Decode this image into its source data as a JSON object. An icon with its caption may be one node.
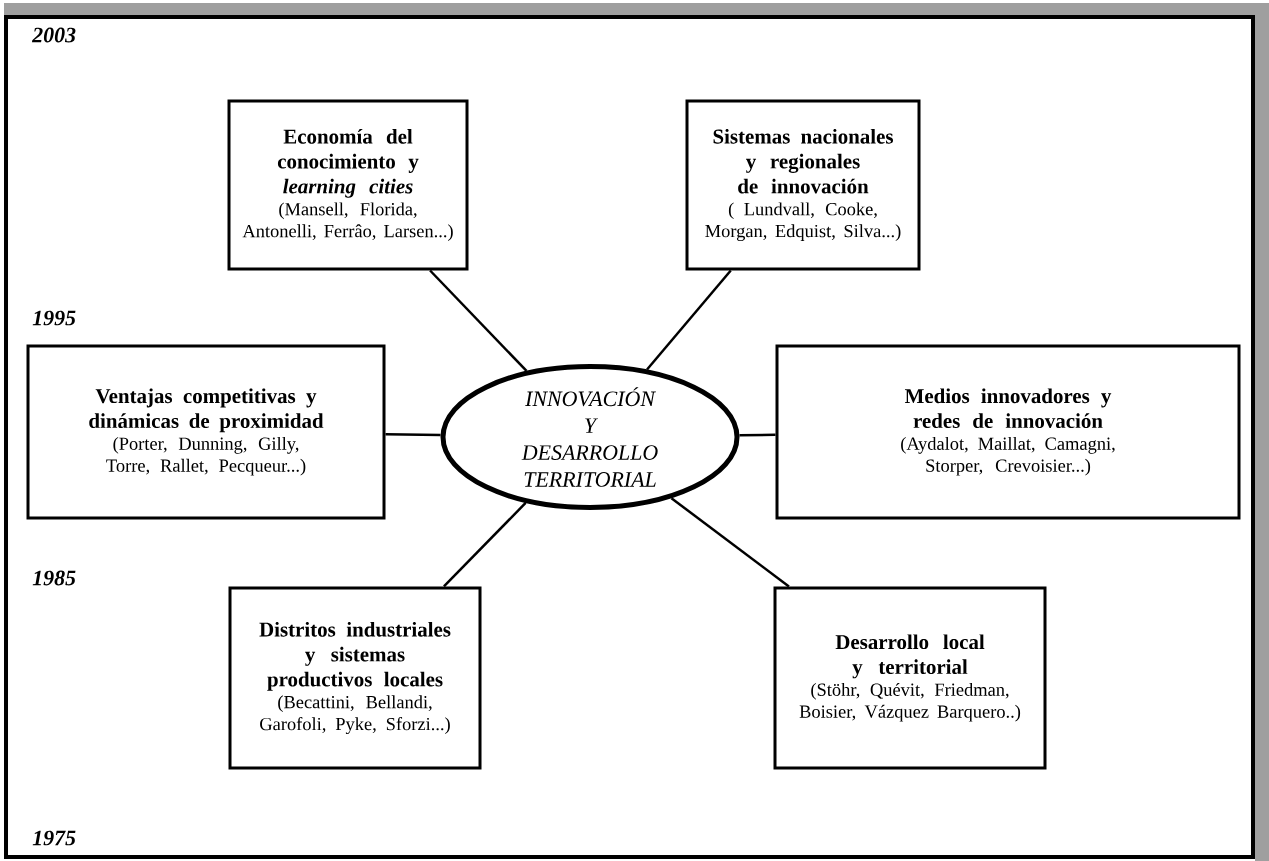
{
  "diagram": {
    "nodes": [
      {
        "text": [
          "INNOVACIÓN Y DESARROLLO TERRITORIAL"
        ]
      },
      {
        "text": [
          "Economía del conocimiento y *learning cities*",
          "(Mansell, Florida, Antonelli, Ferrâo, Larsen...)"
        ]
      },
      {
        "text": [
          "Sistemas nacionales y regionales de innovación",
          "( Lundvall, Cooke, Morgan, Edquist, Silva...)"
        ]
      },
      {
        "text": [
          "Ventajas competitivas y dinámicas de proximidad",
          "(Porter, Dunning,  Gilly, Torre, Rallet, Pecqueur...)"
        ]
      },
      {
        "text": [
          "Medios innovadores y redes de innovación",
          "(Aydalot, Maillat, Camagni, Storper, Crevoisier...)"
        ]
      },
      {
        "text": [
          "Distritos industriales y sistemas productivos locales",
          "(Becattini, Bellandi, Garofoli, Pyke, Sforzi...)"
        ]
      },
      {
        "text": [
          "Desarrollo local y territorial",
          "(Stöhr, Quévit, Friedman, Boisier, Vázquez Barquero..)"
        ]
      }
    ],
    "edges": [
      {
        "from": 0,
        "to": 1,
        "arrow": "none"
      },
      {
        "from": 0,
        "to": 2,
        "arrow": "none"
      },
      {
        "from": 0,
        "to": 3,
        "arrow": "none"
      },
      {
        "from": 0,
        "to": 4,
        "arrow": "none"
      },
      {
        "from": 0,
        "to": 5,
        "arrow": "none"
      },
      {
        "from": 0,
        "to": 6,
        "arrow": "none"
      }
    ],
    "labels": [
      "2003",
      "1995",
      "1985",
      "1975"
    ]
  }
}
